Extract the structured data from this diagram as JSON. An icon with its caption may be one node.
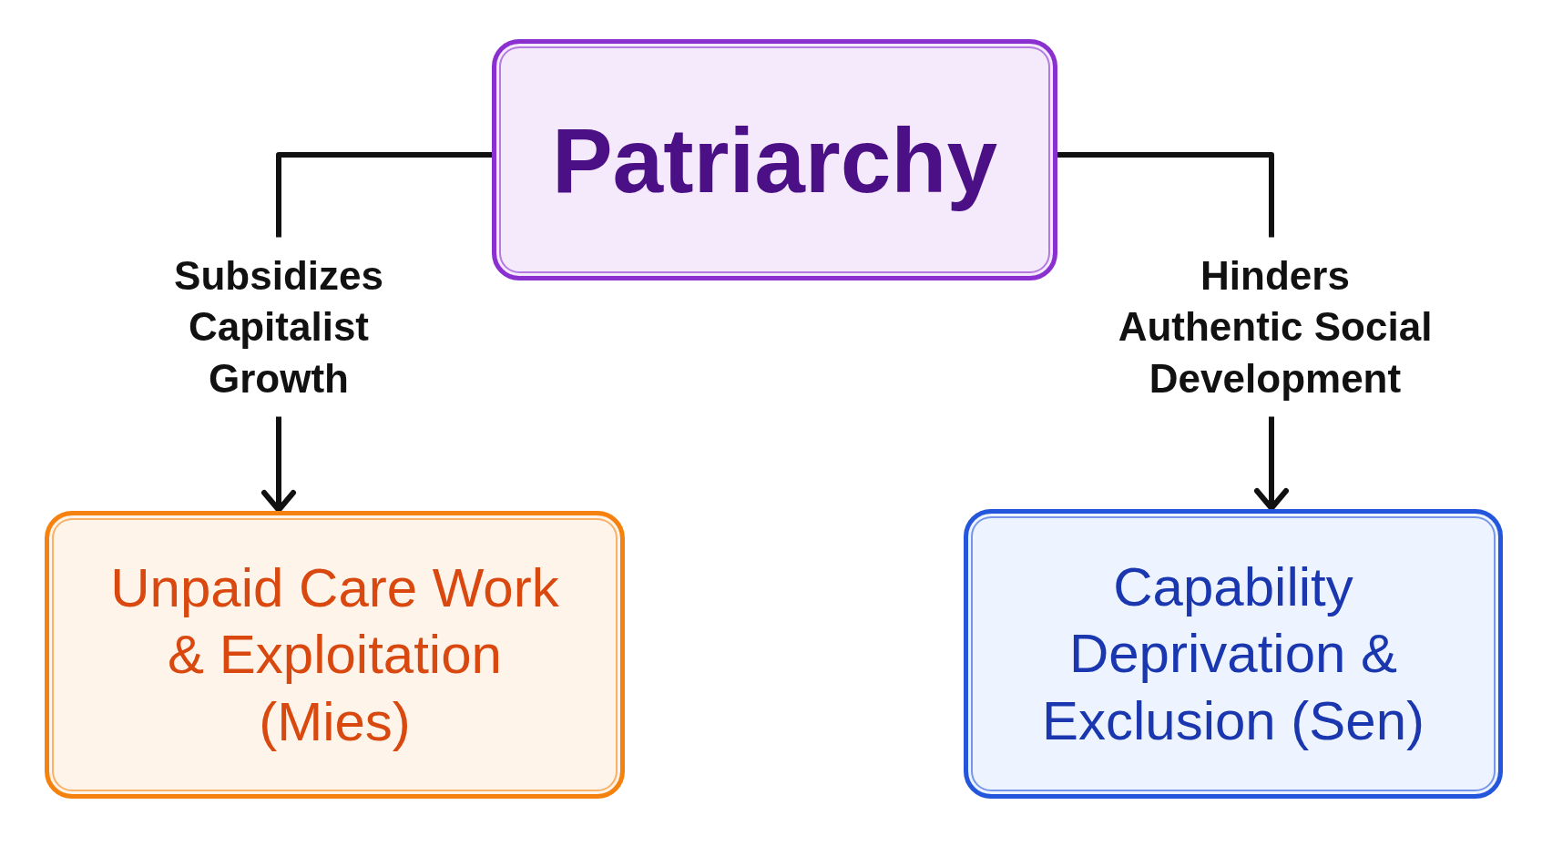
{
  "diagram": {
    "nodes": [
      {
        "text": [
          "Patriarchy"
        ]
      },
      {
        "text": [
          "Unpaid Care Work & Exploitation (Mies)"
        ]
      },
      {
        "text": [
          "Capability Deprivation & Exclusion (Sen)"
        ]
      }
    ],
    "edges": [
      {
        "from": 0,
        "to": 1,
        "arrow": "to",
        "label": "Subsidizes Capitalist Growth"
      },
      {
        "from": 0,
        "to": 2,
        "arrow": "to",
        "label": "Hinders Authentic Social Development"
      }
    ]
  }
}
